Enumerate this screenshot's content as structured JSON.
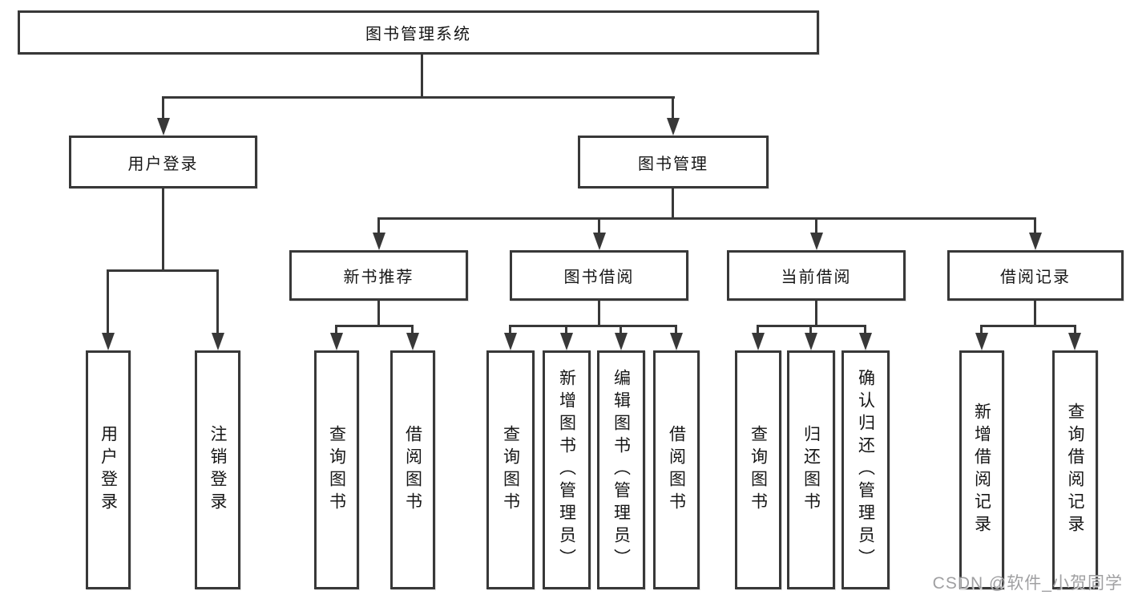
{
  "colors": {
    "line": "#383838",
    "text": "#161616",
    "watermark": "#969698"
  },
  "watermark": "CSDN @软件_小贺同学",
  "tree": {
    "root": "图书管理系统",
    "user_login": "用户登录",
    "book_mgmt": "图书管理",
    "user_login_children": [
      "用户登录",
      "注销登录"
    ],
    "new_book": "新书推荐",
    "book_borrow": "图书借阅",
    "current_borrow": "当前借阅",
    "borrow_record": "借阅记录",
    "new_book_children": [
      "查询图书",
      "借阅图书"
    ],
    "book_borrow_children": [
      "查询图书",
      "新增图书（管理员）",
      "编辑图书（管理员）",
      "借阅图书"
    ],
    "current_borrow_children": [
      "查询图书",
      "归还图书",
      "确认归还（管理员）"
    ],
    "borrow_record_children": [
      "新增借阅记录",
      "查询借阅记录"
    ]
  }
}
